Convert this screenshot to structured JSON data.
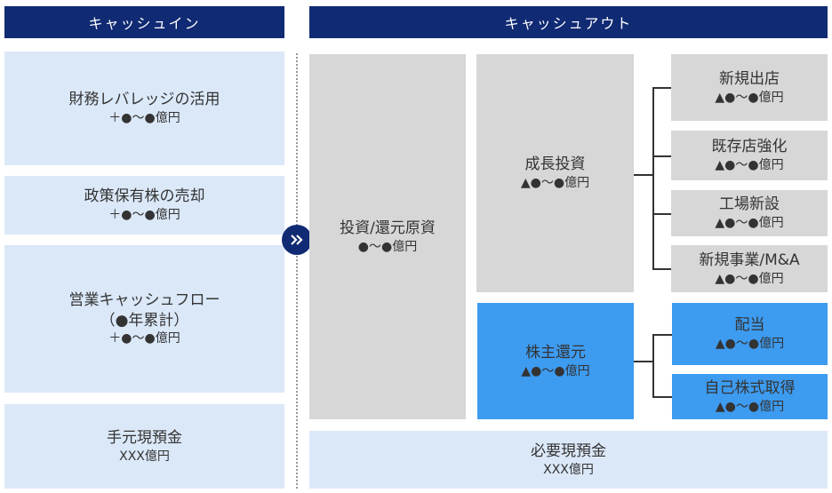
{
  "cash_in": {
    "header": "キャッシュイン",
    "items": [
      {
        "title": "財務レバレッジの活用",
        "amount": "＋●～●億円"
      },
      {
        "title": "政策保有株の売却",
        "amount": "＋●～●億円"
      },
      {
        "title": "営業キャッシュフロー",
        "subtitle": "（●年累計）",
        "amount": "＋●～●億円"
      },
      {
        "title": "手元現預金",
        "amount": "XXX億円"
      }
    ]
  },
  "arrow_icon": "double-chevron-right-icon",
  "cash_out": {
    "header": "キャッシュアウト",
    "investment": {
      "title": "投資/還元原資",
      "amount": "●～●億円"
    },
    "growth": {
      "title": "成長投資",
      "amount": "▲●～●億円"
    },
    "growth_items": [
      {
        "title": "新規出店",
        "amount": "▲●～●億円"
      },
      {
        "title": "既存店強化",
        "amount": "▲●～●億円"
      },
      {
        "title": "工場新設",
        "amount": "▲●～●億円"
      },
      {
        "title": "新規事業/M&A",
        "amount": "▲●～●億円"
      }
    ],
    "return": {
      "title": "株主還元",
      "amount": "▲●～●億円"
    },
    "return_items": [
      {
        "title": "配当",
        "amount": "▲●～●億円"
      },
      {
        "title": "自己株式取得",
        "amount": "▲●～●億円"
      }
    ],
    "required_cash": {
      "title": "必要現預金",
      "amount": "XXX億円"
    }
  },
  "colors": {
    "header": "#102a73",
    "light_blue": "#dbe8f8",
    "gray": "#d7d7d7",
    "accent_blue": "#3d9bf0"
  }
}
